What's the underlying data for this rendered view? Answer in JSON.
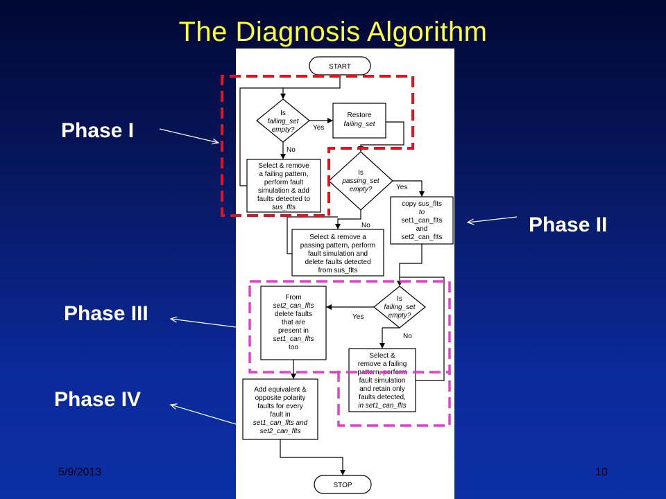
{
  "slide": {
    "title": "The Diagnosis Algorithm",
    "date": "5/9/2013",
    "page_number": "10"
  },
  "phases": [
    {
      "label": "Phase I",
      "color": "#e8111b"
    },
    {
      "label": "Phase II",
      "color": "#e8111b"
    },
    {
      "label": "Phase III",
      "color": "#e040c8"
    },
    {
      "label": "Phase IV",
      "color": "#e040c8"
    }
  ],
  "flowchart": {
    "start": "START",
    "stop": "STOP",
    "yes": "Yes",
    "no": "No",
    "d1": [
      "Is",
      "failing_set",
      "empty?"
    ],
    "restore": [
      "Restore",
      "failing_set"
    ],
    "p1_box": [
      "Select & remove",
      "a failing pattern,",
      "perform fault",
      "simulation & add",
      "faults detected to",
      "sus_flts"
    ],
    "d2": [
      "Is",
      "passing_set",
      "empty?"
    ],
    "copy": [
      "copy sus_flts",
      "to",
      "set1_can_flts",
      "and",
      "set2_can_flts"
    ],
    "p2_box": [
      "Select & remove a",
      "passing pattern, perform",
      "fault simulation and",
      "delete faults detected",
      "from sus_flts"
    ],
    "d3": [
      "Is",
      "failing_set",
      "empty?"
    ],
    "delete_box": [
      "From",
      "set2_can_flts",
      "delete faults",
      "that are",
      "present in",
      "set1_can_flts",
      "too"
    ],
    "retain_box": [
      "Select &",
      "remove a failing",
      "pattern, perform",
      "fault simulation",
      "and retain only",
      "faults detected,",
      "in set1_can_flts"
    ],
    "add_box": [
      "Add equivalent &",
      "opposite polarity",
      "faults for every",
      "fault in",
      "set1_can_flts and",
      "set2_can_flts"
    ]
  }
}
